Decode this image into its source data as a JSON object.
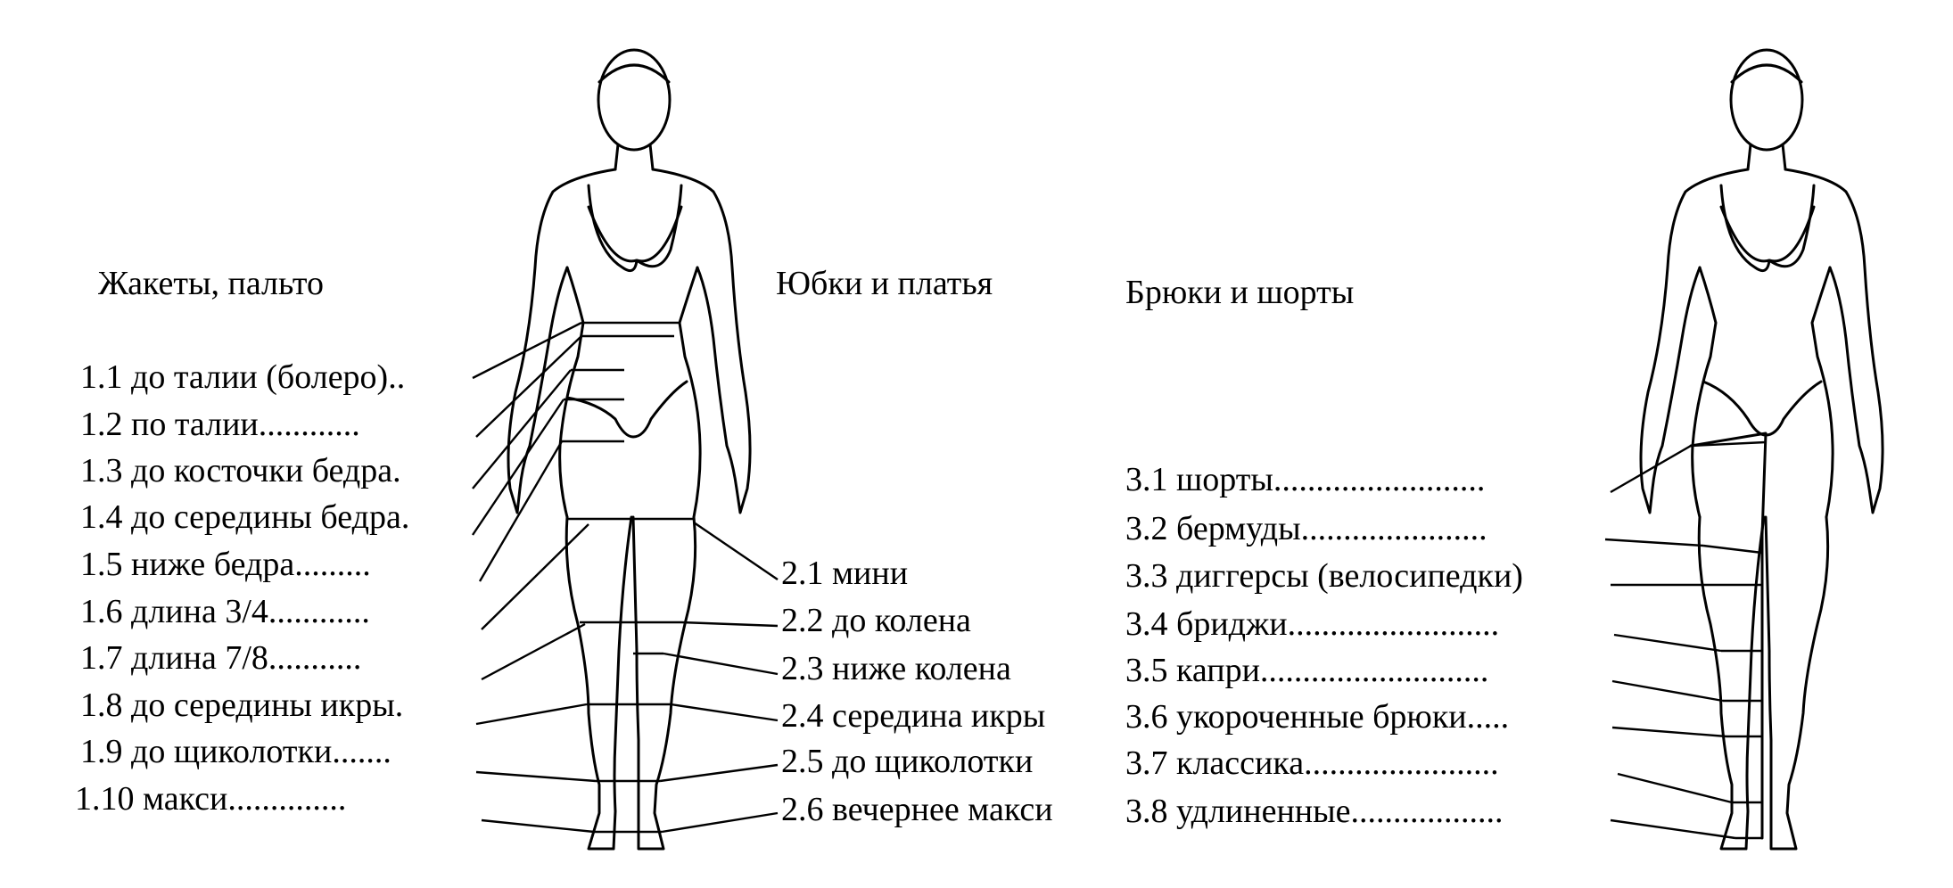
{
  "headings": {
    "jackets": "Жакеты, пальто",
    "skirts": "Юбки  и  платья",
    "trousers": "Брюки и шорты"
  },
  "jackets": [
    "1.1 до талии (болеро)..",
    "1.2 по талии............",
    "1.3 до косточки бедра.",
    "1.4 до середины бедра.",
    "1.5 ниже бедра.........",
    "1.6 длина  3/4............",
    "1.7 длина  7/8...........",
    "1.8 до середины икры.",
    "1.9 до щиколотки.......",
    "1.10  макси.............."
  ],
  "skirts": [
    "2.1 мини",
    "2.2 до колена",
    "2.3 ниже колена",
    "2.4 середина икры",
    "2.5 до щиколотки",
    "2.6 вечернее макси"
  ],
  "trousers": [
    "3.1 шорты.........................",
    "3.2 бермуды......................",
    "3.3 диггерсы (велосипедки)",
    "3.4 бриджи.........................",
    "3.5 капри...........................",
    "3.6 укороченные брюки.....",
    "3.7 классика.......................",
    "3.8 удлиненные.................."
  ]
}
